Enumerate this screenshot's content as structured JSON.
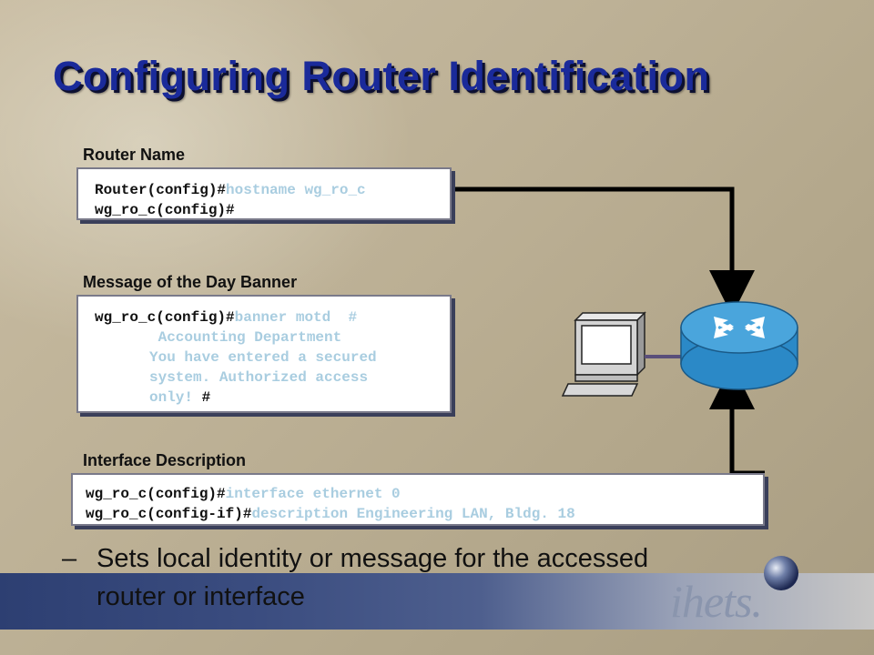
{
  "slide": {
    "title": "Configuring Router Identification"
  },
  "router_name": {
    "label": "Router Name",
    "line1_prompt": "Router(config)#",
    "line1_cmd": "hostname wg_ro_c",
    "line2_prompt": "wg_ro_c(config)#"
  },
  "motd": {
    "label": "Message of the Day Banner",
    "line1_prompt": "wg_ro_c(config)#",
    "line1_cmd": "banner motd  #",
    "line2": " Accounting Department",
    "line3": "You have entered a secured",
    "line4": "system. Authorized access",
    "line5_text": "only! ",
    "line5_end": "#"
  },
  "interface": {
    "label": "Interface Description",
    "line1_prompt": "wg_ro_c(config)#",
    "line1_cmd": "interface ethernet 0",
    "line2_prompt": "wg_ro_c(config-if)#",
    "line2_cmd": "description Engineering LAN, Bldg. 18"
  },
  "bullet": {
    "dash": "–",
    "line1": "Sets local identity or message for the accessed",
    "line2": "router or interface"
  },
  "footer": {
    "logo": "ihets."
  },
  "colors": {
    "title": "#1a2a9a",
    "command_text": "#a9cde0",
    "router_body": "#2b89c7",
    "footer_bar": "#2d3f72"
  }
}
